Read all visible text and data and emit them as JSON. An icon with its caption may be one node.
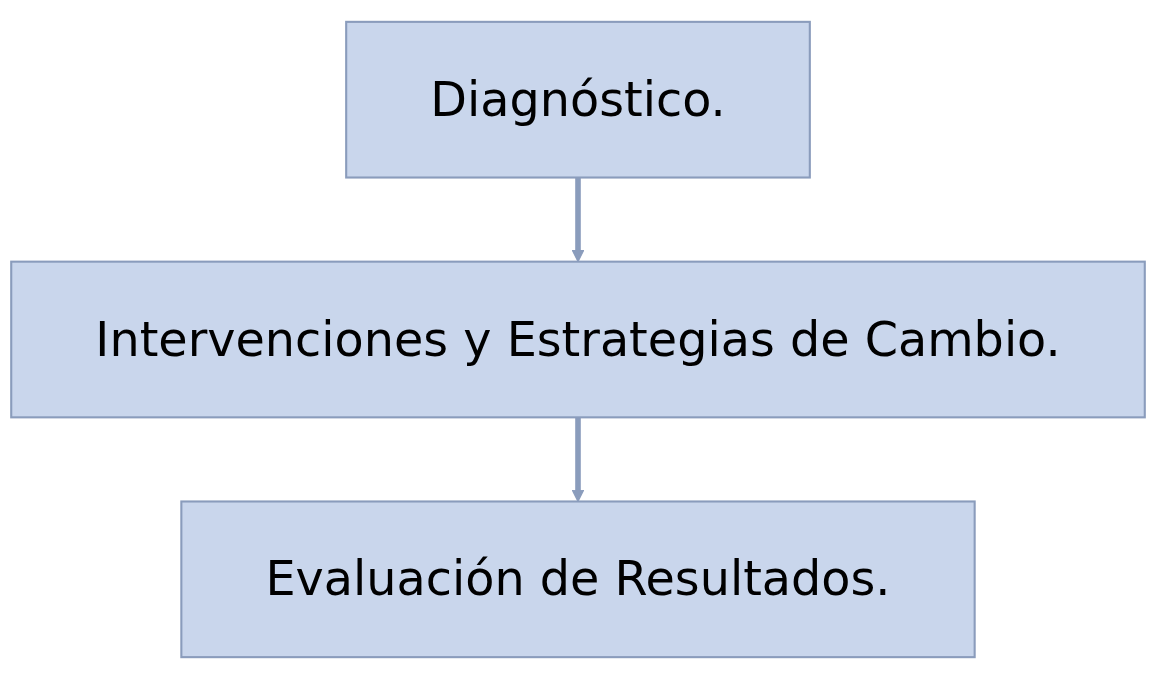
{
  "diagram": {
    "nodes": [
      {
        "text": [
          "Diagnóstico."
        ]
      },
      {
        "text": [
          "Intervenciones y Estrategias de Cambio."
        ]
      },
      {
        "text": [
          "Evaluación de Resultados."
        ]
      }
    ],
    "edges": [
      {
        "from": 0,
        "to": 1,
        "arrow": "to"
      },
      {
        "from": 1,
        "to": 2,
        "arrow": "to"
      }
    ]
  }
}
